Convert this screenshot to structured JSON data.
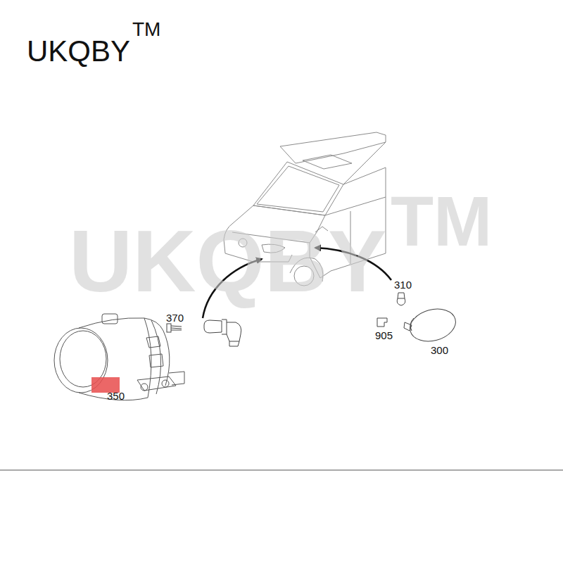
{
  "diagram": {
    "labels": [
      "UKQBY",
      "TM",
      "UKQBY",
      "TM",
      "370",
      "310",
      "905",
      "300",
      "350"
    ]
  }
}
